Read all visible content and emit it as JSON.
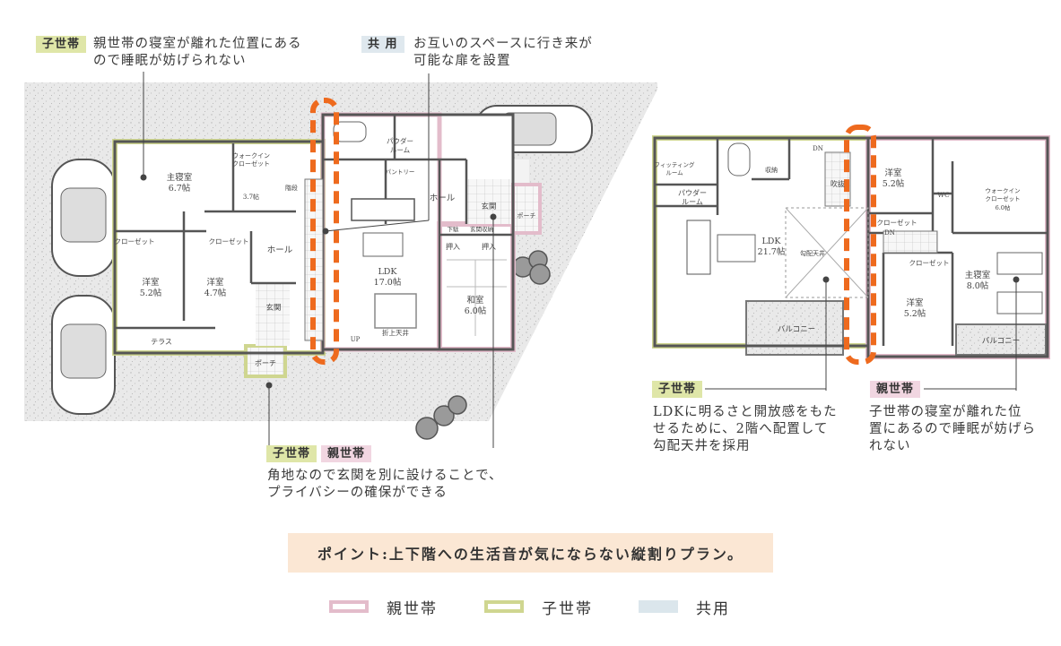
{
  "callouts": {
    "top_left": {
      "tag": "子世帯",
      "text": "親世帯の寝室が離れた位置にある\nので睡眠が妨げられない"
    },
    "top_center": {
      "tag": "共 用",
      "text": "お互いのスペースに行き来が\n可能な扉を設置"
    },
    "bottom_center": {
      "tag_child": "子世帯",
      "tag_parent": "親世帯",
      "text": "角地なので玄関を別に設けることで、\nプライバシーの確保ができる"
    },
    "right_child": {
      "tag": "子世帯",
      "text": "LDKに明るさと開放感をもた\nせるために、2階へ配置して\n勾配天井を採用"
    },
    "right_parent": {
      "tag": "親世帯",
      "text": "子世帯の寝室が離れた位\n置にあるので睡眠が妨げら\nれない"
    }
  },
  "point": "ポイント:上下階への生活音が気にならない縦割りプラン。",
  "legend": [
    {
      "label": "親世帯",
      "color": "#e3bccb"
    },
    {
      "label": "子世帯",
      "color": "#cfd690"
    },
    {
      "label": "共用",
      "color": "#dbe6ec"
    }
  ],
  "floor1_rooms": {
    "master": "主寝室",
    "master_size": "6.7帖",
    "walkin": "ウォークイン",
    "walkin2": "クローゼット",
    "walkin_size": "3.7帖",
    "closet_a": "クローゼット",
    "closet_b": "クローゼット",
    "western_a": "洋室",
    "western_a_size": "5.2帖",
    "western_b": "洋室",
    "western_b_size": "4.7帖",
    "hall_left": "ホール",
    "entrance_left": "玄関",
    "terrace": "テラス",
    "porch_left": "ポーチ",
    "powder": "パウダー",
    "powder2": "ルーム",
    "pantry": "パントリー",
    "ldk": "LDK",
    "ldk_size": "17.0帖",
    "void": "折上天井",
    "hall_right": "ホール",
    "entrance_right": "玄関",
    "porch_right": "ポーチ",
    "storage_a": "押入",
    "storage_b": "押入",
    "shoebox": "下駄",
    "shoebox2": "玄関収納",
    "washitsu": "和室",
    "washitsu_size": "6.0帖",
    "up": "UP",
    "stair": "階段"
  },
  "floor2_rooms": {
    "fitting": "フィッティング",
    "fitting2": "ルーム",
    "powder": "パウダー",
    "powder2": "ルーム",
    "storage": "収納",
    "ldk": "LDK",
    "ldk_size": "21.7帖",
    "slope": "勾配天井",
    "void": "吹抜",
    "dn_a": "DN",
    "dn_b": "DN",
    "balcony_a": "バルコニー",
    "western_c": "洋室",
    "western_c_size": "5.2帖",
    "closet_c": "クローゼット",
    "closet_d": "クローゼット",
    "western_d": "洋室",
    "western_d_size": "5.2帖",
    "wc": "WC",
    "walkin": "ウォークイン",
    "walkin2": "クローゼット",
    "walkin_size": "6.0帖",
    "master": "主寝室",
    "master_size": "8.0帖",
    "balcony_b": "バルコニー"
  }
}
